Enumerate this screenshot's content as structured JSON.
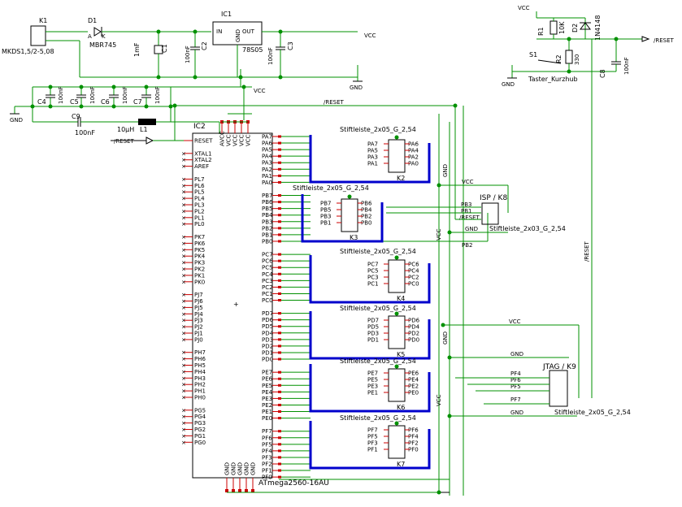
{
  "refs": {
    "k1": "K1",
    "k1_part": "MKDS1,5/2-5,08",
    "d1": "D1",
    "d1_part": "MBR745",
    "d1_a": "A",
    "d1_k": "K",
    "ic1": "IC1",
    "ic1_part": "78S05",
    "ic1_in": "IN",
    "ic1_out": "OUT",
    "ic1_gnd": "GND",
    "c1": "C1",
    "c1_val": "1mF",
    "c2": "C2",
    "c2_val": "100nF",
    "c3": "C3",
    "c3_val": "100nF",
    "c4": "C4",
    "c5": "C5",
    "c6": "C6",
    "c7": "C7",
    "c9": "C9",
    "cap100": "100nF",
    "c9_val": "100nF",
    "l1": "L1",
    "l1_val": "10µH",
    "r1": "R1",
    "r1_val": "10K",
    "d2": "D2",
    "d2_val": "1N4148",
    "r2": "R2",
    "r2_val": "330",
    "s1": "S1",
    "s1_part": "Taster_Kurzhub",
    "c8": "C8",
    "c8_val": "100nF",
    "ic2": "IC2",
    "ic2_part": "ATmega2560-16AU",
    "k2": "K2",
    "k3": "K3",
    "k4": "K4",
    "k5": "K5",
    "k6": "K6",
    "k7": "K7",
    "k8": "ISP / K8",
    "k9": "JTAG / K9",
    "hdr": "Stiftleiste_2x05_G_2,54",
    "hdr3": "Stiftleiste_2x03_G_2,54"
  },
  "nets": {
    "vcc": "VCC",
    "gnd": "GND",
    "reset": "/RESET",
    "pb2": "PB2",
    "pb3": "PB3",
    "pb1": "PB1",
    "reset_isp": "/RESET"
  },
  "mcu": {
    "left_top": [
      "RESET",
      "",
      "XTAL1",
      "XTAL2",
      "AREF"
    ],
    "left_ports": [
      "PL7",
      "PL6",
      "PL5",
      "PL4",
      "PL3",
      "PL2",
      "PL1",
      "PL0",
      "",
      "PK7",
      "PK6",
      "PK5",
      "PK4",
      "PK3",
      "PK2",
      "PK1",
      "PK0",
      "",
      "PJ7",
      "PJ6",
      "PJ5",
      "PJ4",
      "PJ3",
      "PJ2",
      "PJ1",
      "PJ0",
      "",
      "PH7",
      "PH6",
      "PH5",
      "PH4",
      "PH3",
      "PH2",
      "PH1",
      "PH0",
      "",
      "PG5",
      "PG4",
      "PG3",
      "PG2",
      "PG1",
      "PG0"
    ],
    "right_ports": [
      "PA7",
      "PA6",
      "PA5",
      "PA4",
      "PA3",
      "PA2",
      "PA1",
      "PA0",
      "",
      "PB7",
      "PB6",
      "PB5",
      "PB4",
      "PB3",
      "PB2",
      "PB1",
      "PB0",
      "",
      "PC7",
      "PC6",
      "PC5",
      "PC4",
      "PC3",
      "PC2",
      "PC1",
      "PC0",
      "",
      "PD7",
      "PD6",
      "PD5",
      "PD4",
      "PD3",
      "PD2",
      "PD1",
      "PD0",
      "",
      "PE7",
      "PE6",
      "PE5",
      "PE4",
      "PE3",
      "PE2",
      "PE1",
      "PE0",
      "",
      "PF7",
      "PF6",
      "PF5",
      "PF4",
      "PF3",
      "PF2",
      "PF1",
      "PF0"
    ],
    "top_pins": [
      "AVCC",
      "VCC",
      "VCC",
      "VCC",
      "VCC"
    ],
    "bottom_pins": [
      "GND",
      "GND",
      "GND",
      "GND",
      "GND"
    ]
  },
  "headers": {
    "k2": {
      "left": [
        "PA7",
        "PA5",
        "PA3"
      ],
      "left2": [
        "PA1"
      ],
      "right": [
        "PA6",
        "PA4",
        "PA2",
        "PA0"
      ]
    },
    "k3": {
      "left": [
        "PB7",
        "PB5",
        "PB3",
        "PB1"
      ],
      "right": [
        "PB6",
        "PB4",
        "PB2",
        "PB0"
      ]
    },
    "k4": {
      "left": [
        "PC7",
        "PC5",
        "PC3",
        "PC1"
      ],
      "right": [
        "PC6",
        "PC4",
        "PC2",
        "PC0"
      ]
    },
    "k5": {
      "left": [
        "PD7",
        "PD5",
        "PD3",
        "PD1"
      ],
      "right": [
        "PD6",
        "PD4",
        "PD2",
        "PD0"
      ]
    },
    "k6": {
      "left": [
        "PE7",
        "PE5",
        "PE3",
        "PE1"
      ],
      "right": [
        "PE6",
        "PE4",
        "PE2",
        "PE0"
      ]
    },
    "k7": {
      "left": [
        "PF7",
        "PF5",
        "PF3",
        "PF1"
      ],
      "right": [
        "PF6",
        "PF4",
        "PF2",
        "PF0"
      ]
    },
    "jtag": [
      "PF4",
      "PF6",
      "PF5",
      "PF7"
    ]
  },
  "colors": {
    "wire": "#009000",
    "bus": "#0000cc",
    "pin": "#cc0000",
    "body": "#000000"
  }
}
